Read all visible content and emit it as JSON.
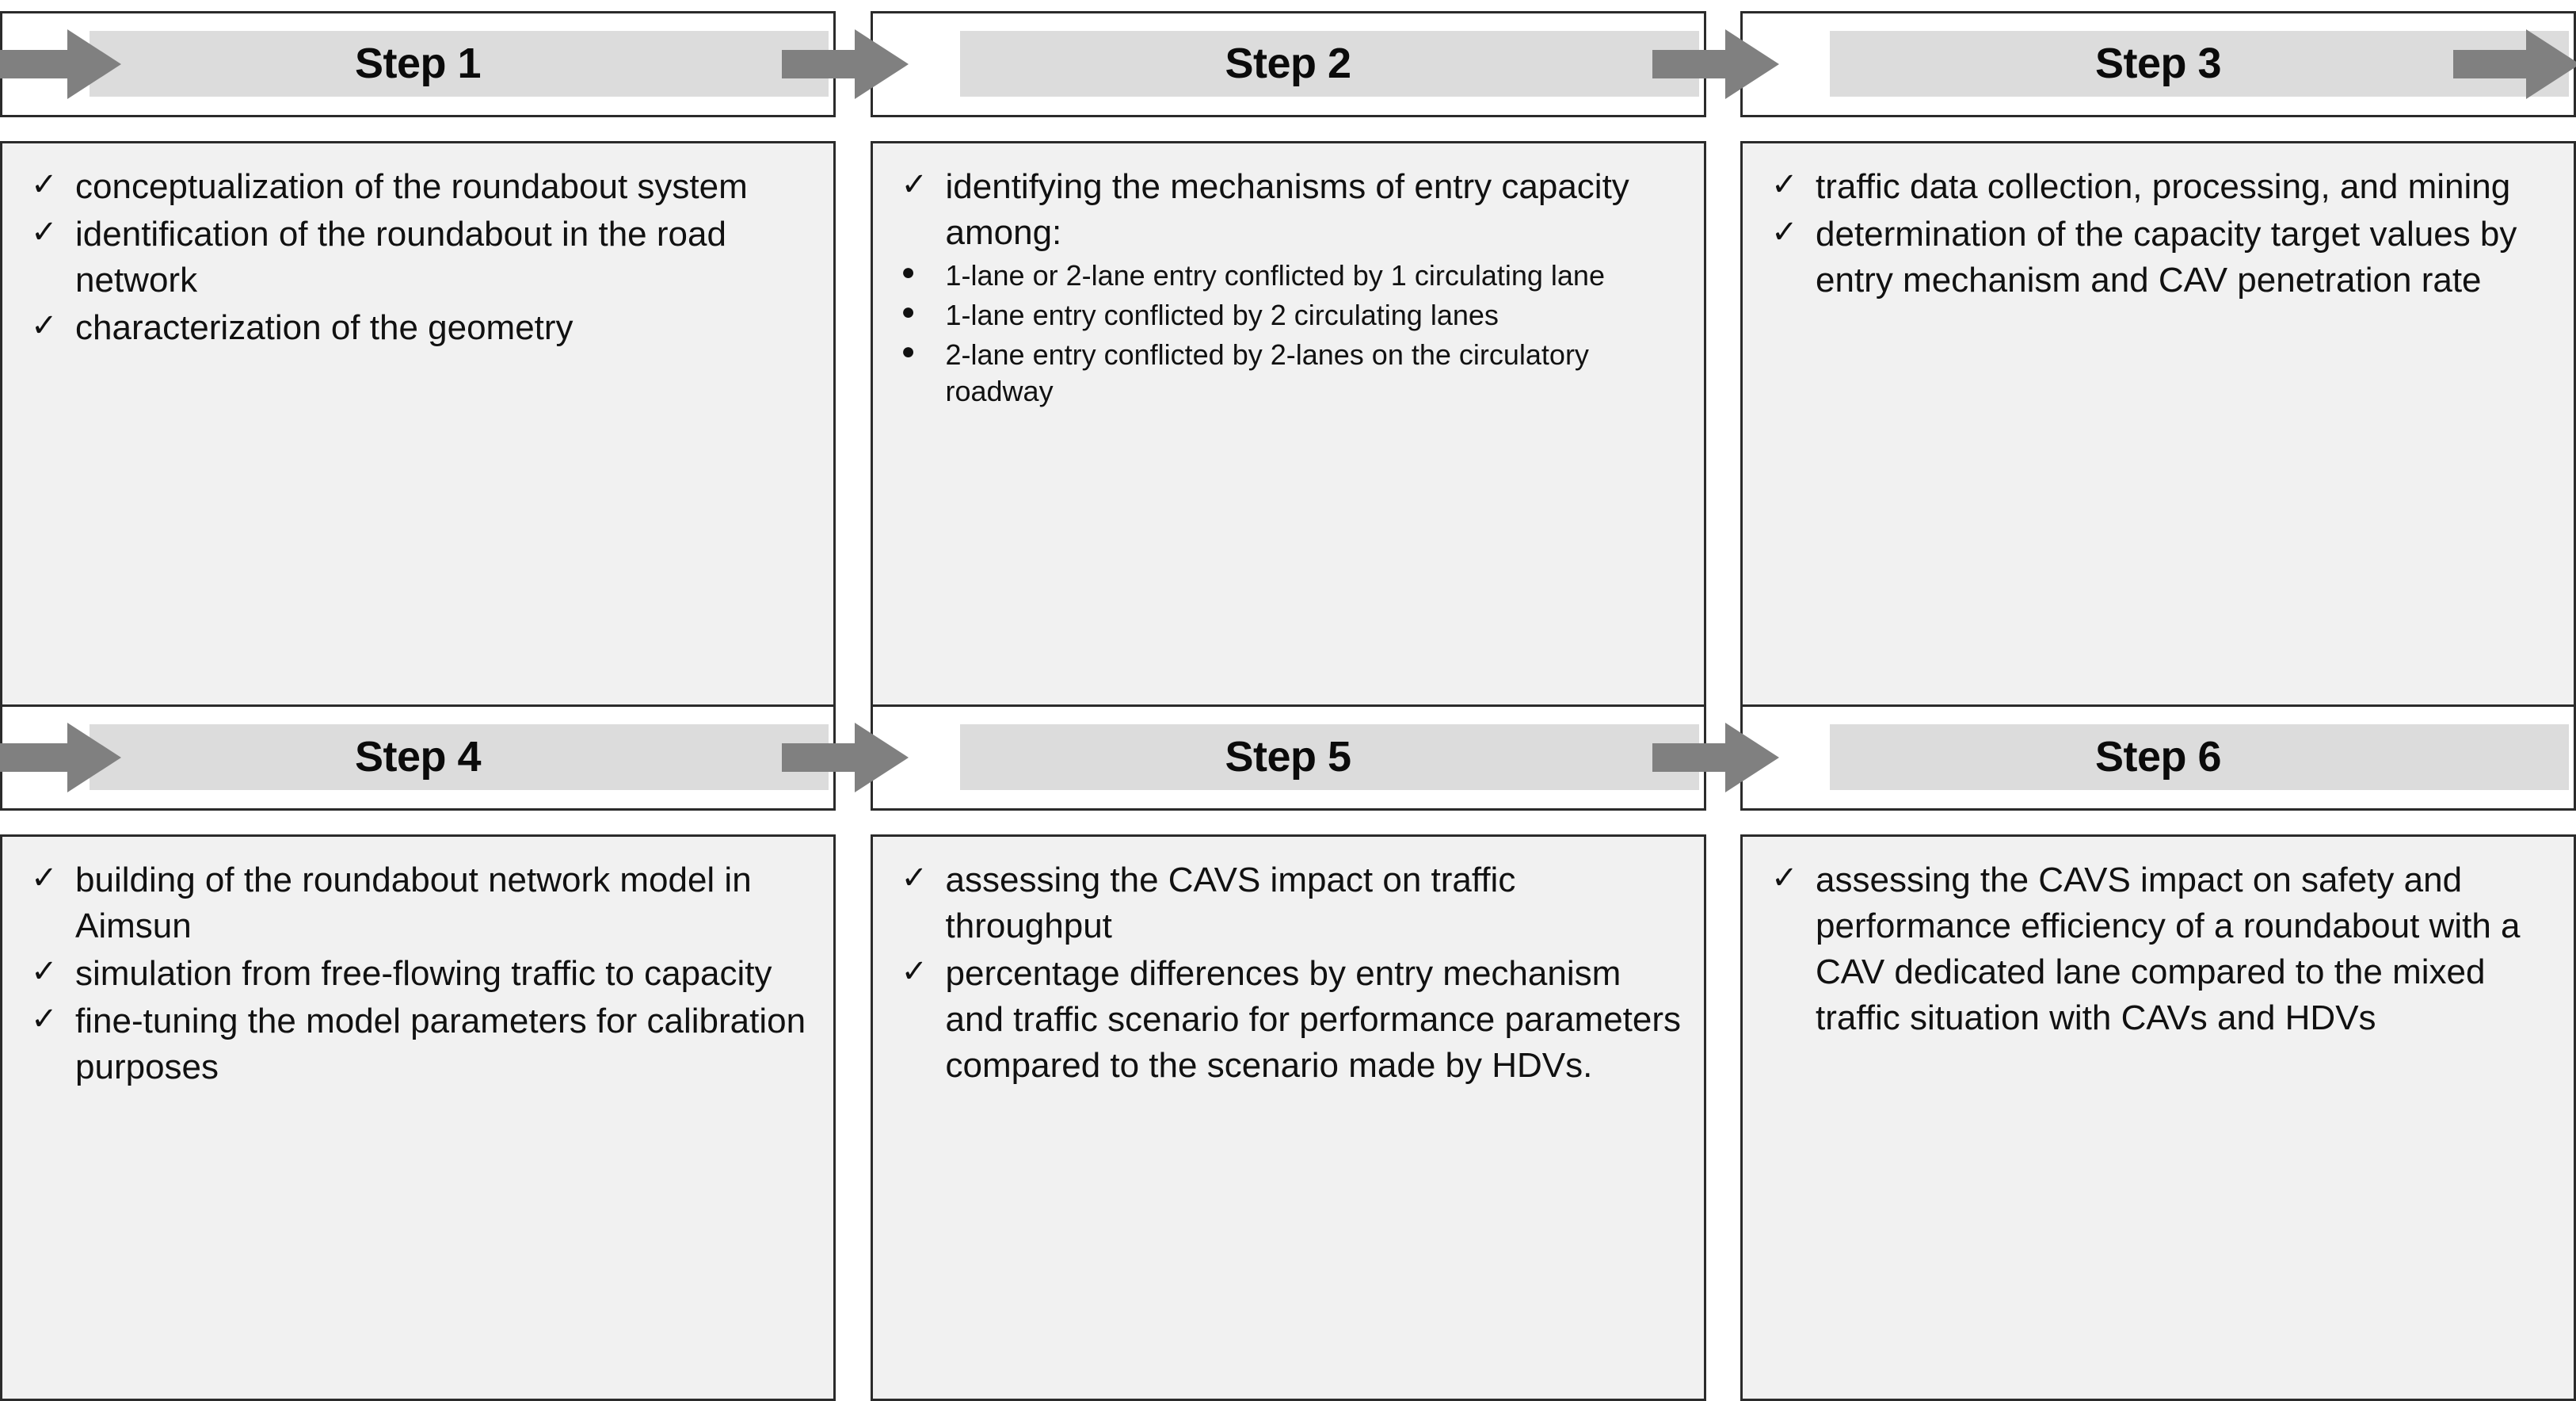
{
  "diagram": {
    "title": "Six-step research methodology flowchart",
    "colors": {
      "border": "#2b2b2b",
      "header_band": "#dcdcdc",
      "body_background": "#f1f1f1",
      "arrow": "#808080",
      "text": "#111111"
    },
    "icons": {
      "check": "✓",
      "dot": "●",
      "arrow": "arrow-right"
    }
  },
  "steps": [
    {
      "id": "step-1",
      "title": "Step 1",
      "has_arrow_in": true,
      "has_arrow_out": true,
      "items": [
        {
          "marker": "check",
          "text": "conceptualization of the roundabout system"
        },
        {
          "marker": "check",
          "text": "identification of the roundabout in the road network"
        },
        {
          "marker": "check",
          "text": "characterization of the geometry"
        }
      ]
    },
    {
      "id": "step-2",
      "title": "Step 2",
      "has_arrow_in": false,
      "has_arrow_out": true,
      "items": [
        {
          "marker": "check",
          "text": "identifying the mechanisms of entry capacity among:"
        },
        {
          "marker": "dot",
          "text": "1-lane or 2-lane entry conflicted by 1 circulating lane"
        },
        {
          "marker": "dot",
          "text": "1-lane entry conflicted by 2 circulating lanes"
        },
        {
          "marker": "dot",
          "text": "2-lane entry conflicted by 2-lanes on the circulatory roadway"
        }
      ]
    },
    {
      "id": "step-3",
      "title": "Step 3",
      "has_arrow_in": false,
      "has_arrow_out": false,
      "has_arrow_end": true,
      "items": [
        {
          "marker": "check",
          "text": "traffic data collection, processing, and mining"
        },
        {
          "marker": "check",
          "text": "determination of the capacity target values by entry mechanism and CAV penetration rate"
        }
      ]
    },
    {
      "id": "step-4",
      "title": "Step 4",
      "has_arrow_in": true,
      "has_arrow_out": true,
      "items": [
        {
          "marker": "check",
          "text": "building of the roundabout network model in Aimsun"
        },
        {
          "marker": "check",
          "text": "simulation from free-flowing traffic to capacity"
        },
        {
          "marker": "check",
          "text": "fine-tuning the model parameters for calibration purposes"
        }
      ]
    },
    {
      "id": "step-5",
      "title": "Step 5",
      "has_arrow_in": false,
      "has_arrow_out": true,
      "items": [
        {
          "marker": "check",
          "text": "assessing the CAVS impact on traffic throughput"
        },
        {
          "marker": "check",
          "text": "percentage differences by entry mechanism and traffic scenario for performance parameters compared to the scenario made by HDVs."
        }
      ]
    },
    {
      "id": "step-6",
      "title": "Step 6",
      "has_arrow_in": false,
      "has_arrow_out": false,
      "has_arrow_end": false,
      "items": [
        {
          "marker": "check",
          "text": "assessing the CAVS impact on safety and performance efficiency of a roundabout with a CAV dedicated lane compared to the mixed traffic situation with CAVs and HDVs"
        }
      ]
    }
  ]
}
